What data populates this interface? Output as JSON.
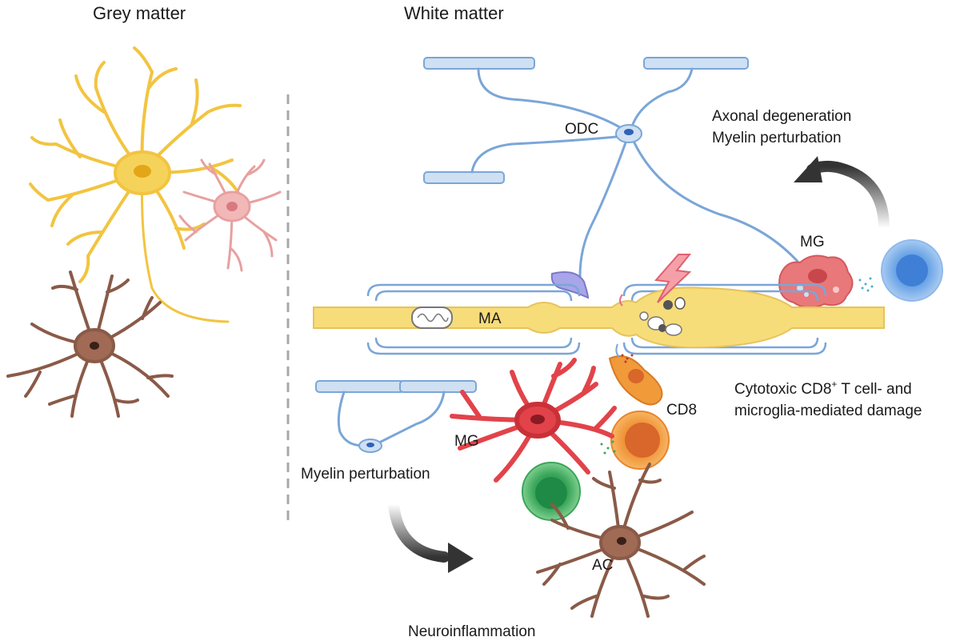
{
  "labels": {
    "grey_matter": "Grey matter",
    "white_matter": "White matter",
    "odc": "ODC",
    "axonal_degeneration": "Axonal degeneration",
    "myelin_perturbation_top": "Myelin perturbation",
    "mg_top": "MG",
    "ma": "MA",
    "cytotoxic_line1_a": "Cytotoxic CD8",
    "cytotoxic_line1_sup": "+",
    "cytotoxic_line1_b": " T cell- and",
    "cytotoxic_line2": "microglia-mediated damage",
    "cd8": "CD8",
    "mg_bottom": "MG",
    "myelin_perturbation_bottom": "Myelin perturbation",
    "ac": "AC",
    "neuroinflammation": "Neuroinflammation"
  },
  "colors": {
    "neuron": "#f2c440",
    "neuron_body": "#f5d35a",
    "neuron_nucleus": "#e3a617",
    "astro": "#8a5a48",
    "astro_body": "#a06a55",
    "pink_cell": "#e8a0a0",
    "myelin": "#7aa6d8",
    "myelin_fill": "#cfe0f3",
    "axon": "#f7dc7a",
    "axon_stroke": "#e6c35a",
    "mg_red": "#e2434a",
    "mg_pink": "#e8787a",
    "cd8_orange": "#f09a3a",
    "green": "#3aa65a",
    "tcell_blue": "#5a9ae0",
    "arrow": "#333333",
    "divider": "#aaaaaa",
    "bolt": "#f07a8a"
  }
}
